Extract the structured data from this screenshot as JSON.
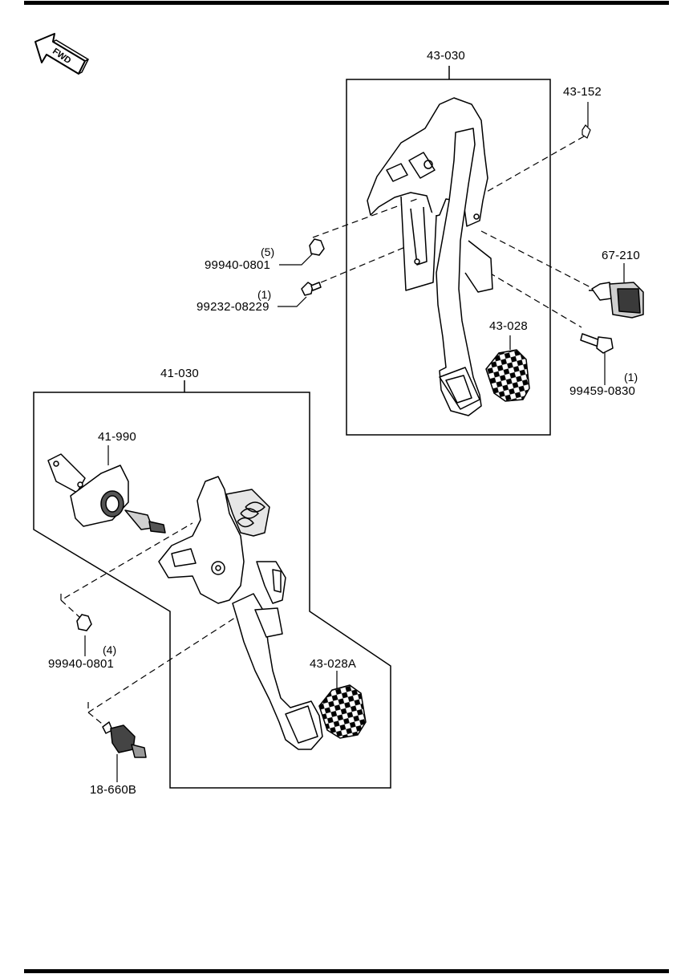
{
  "fwd_indicator": {
    "label": "FWD",
    "icon": "fwd-arrow-icon"
  },
  "assemblies": [
    {
      "id": "brake_pedal_assembly",
      "part_number": "43-030"
    },
    {
      "id": "clutch_pedal_assembly",
      "part_number": "41-030"
    }
  ],
  "parts": {
    "brake_pedal_assembly": "43-030",
    "clip": "43-152",
    "stop_light_switch": "67-210",
    "brake_pedal_pad": "43-028",
    "bolt_right": {
      "part_number": "99459-0830",
      "qty": "(1)"
    },
    "nut_upper": {
      "part_number": "99940-0801",
      "qty": "(5)"
    },
    "bolt_left": {
      "part_number": "99232-08229",
      "qty": "(1)"
    },
    "clutch_pedal_assembly": "41-030",
    "clutch_master_cylinder": "41-990",
    "nut_lower": {
      "part_number": "99940-0801",
      "qty": "(4)"
    },
    "clutch_pedal_pad": "43-028A",
    "clutch_switch": "18-660B"
  },
  "colors": {
    "line": "#000000",
    "background": "#ffffff"
  }
}
